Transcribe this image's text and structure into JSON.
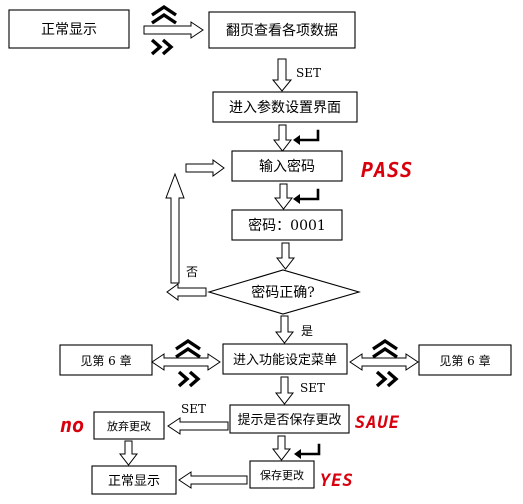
{
  "nodes": {
    "normal_display_top": "正常显示",
    "page_data": "翻页查看各项数据",
    "enter_param": "进入参数设置界面",
    "input_password": "输入密码",
    "password_value": "密码：0001",
    "password_check": "密码正确?",
    "function_menu": "进入功能设定菜单",
    "see_ch6_left": "见第 6 章",
    "see_ch6_right": "见第 6 章",
    "save_prompt": "提示是否保存更改",
    "discard": "放弃更改",
    "save_changes": "保存更改",
    "normal_display_bottom": "正常显示"
  },
  "labels": {
    "set_1": "SET",
    "set_2": "SET",
    "set_3": "SET",
    "no": "否",
    "yes": "是"
  },
  "displays": {
    "pass": "PASS",
    "save": "SAUE",
    "no": "no",
    "yes": "YES"
  },
  "colors": {
    "line": "#000000",
    "display_red": "#d9000d",
    "background": "#ffffff"
  }
}
